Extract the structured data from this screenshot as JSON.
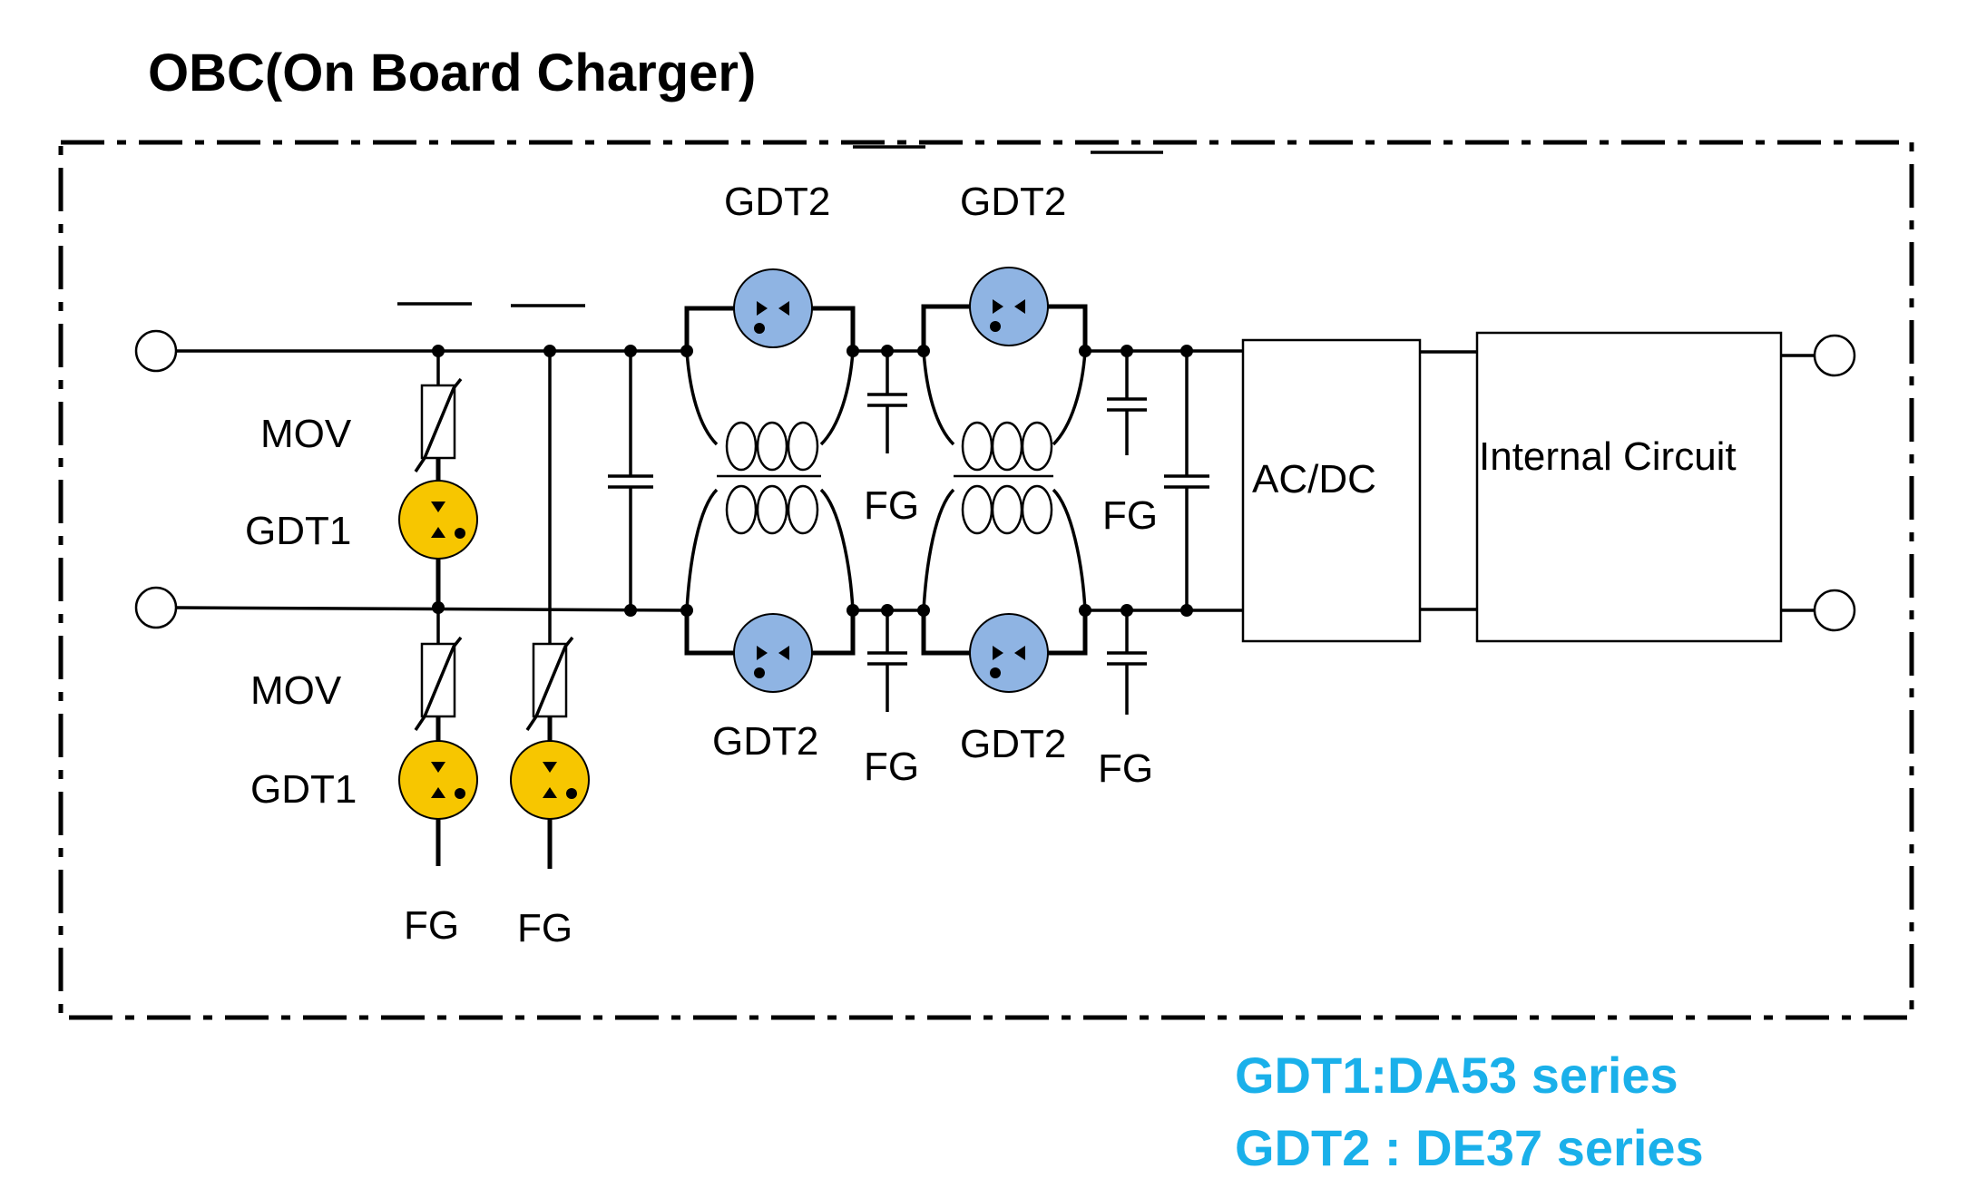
{
  "title": "OBC(On Board Charger)",
  "labels": {
    "mov": "MOV",
    "gdt1": "GDT1",
    "gdt2": "GDT2",
    "fg": "FG",
    "acdc": "AC/DC",
    "internal_circuit": "Internal Circuit"
  },
  "notes": {
    "gdt1": "GDT1:DA53 series",
    "gdt2": "GDT2 : DE37 series"
  },
  "colors": {
    "gdt1_fill": "#f7c600",
    "gdt2_fill": "#8fb4e3",
    "note_text": "#1ab0ea",
    "line": "#000000"
  }
}
